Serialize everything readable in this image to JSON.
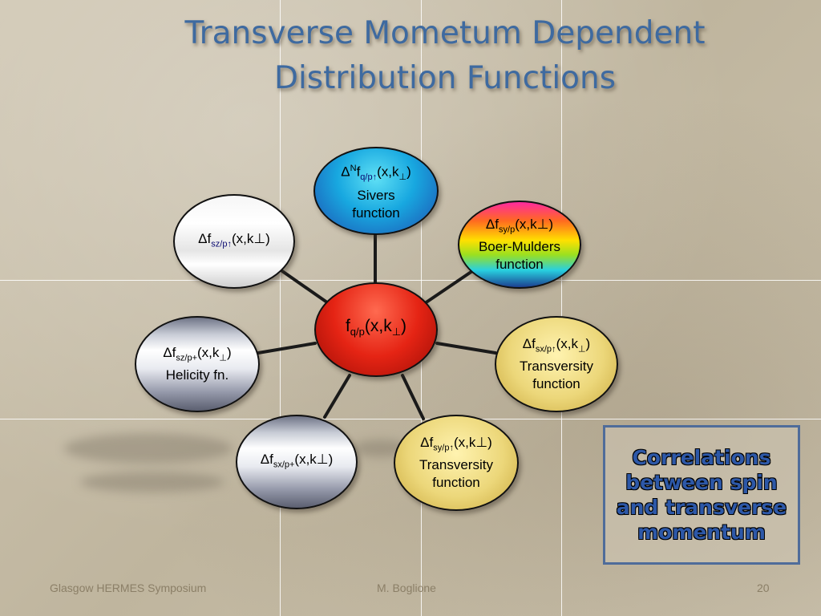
{
  "slide": {
    "title_line1": "Transverse Mometum Dependent",
    "title_line2": "Distribution Functions"
  },
  "nodes": {
    "center": {
      "func": "f",
      "sub": "q/p",
      "args": "(x,k",
      "perp": "⊥",
      "close": ")"
    },
    "sivers": {
      "delta": "Δ",
      "sup": "N",
      "func": "f",
      "sub": "q/p↑",
      "args": "(x,k",
      "perp": "⊥",
      "close": ")",
      "line1": "Sivers",
      "line2": "function"
    },
    "boer_mulders": {
      "func": "Δf",
      "sub": "sy/p",
      "args": "(x,k⊥)",
      "line1": "Boer-Mulders",
      "line2": "function"
    },
    "transversity_x": {
      "func": "Δf",
      "sub": "sx/p↑",
      "args": "(x,k",
      "perp": "⊥",
      "close": ")",
      "line1": "Transversity",
      "line2": "function"
    },
    "transversity_y": {
      "func": "Δf",
      "sub": "sy/p↑",
      "args": "(x,k⊥)",
      "line1": "Transversity",
      "line2": "function"
    },
    "sx_p_plus": {
      "func": "Δf",
      "sub": "sx/p+",
      "args": "(x,k⊥)"
    },
    "helicity": {
      "func": "Δf",
      "sub": "sz/p+",
      "args": "(x,k",
      "perp": "⊥",
      "close": ")",
      "line1": "Helicity fn."
    },
    "sz_p_up": {
      "func": "Δf",
      "sub": "sz/p↑",
      "args": "(x,k⊥)"
    }
  },
  "callout": {
    "line1": "Correlations",
    "line2": "between spin",
    "line3": "and transverse",
    "line4": "momentum"
  },
  "footer": {
    "event": "Glasgow HERMES Symposium",
    "author": "M. Boglione",
    "page_number": "20"
  },
  "colors": {
    "title": "#3e6aa0",
    "callout_text": "#2d58a8",
    "callout_border": "#4f6c9a",
    "center_node": "#e52414",
    "sivers_node": "#18a8e0",
    "transversity_node": "#ecd77a",
    "connector": "#1a1a1a"
  }
}
